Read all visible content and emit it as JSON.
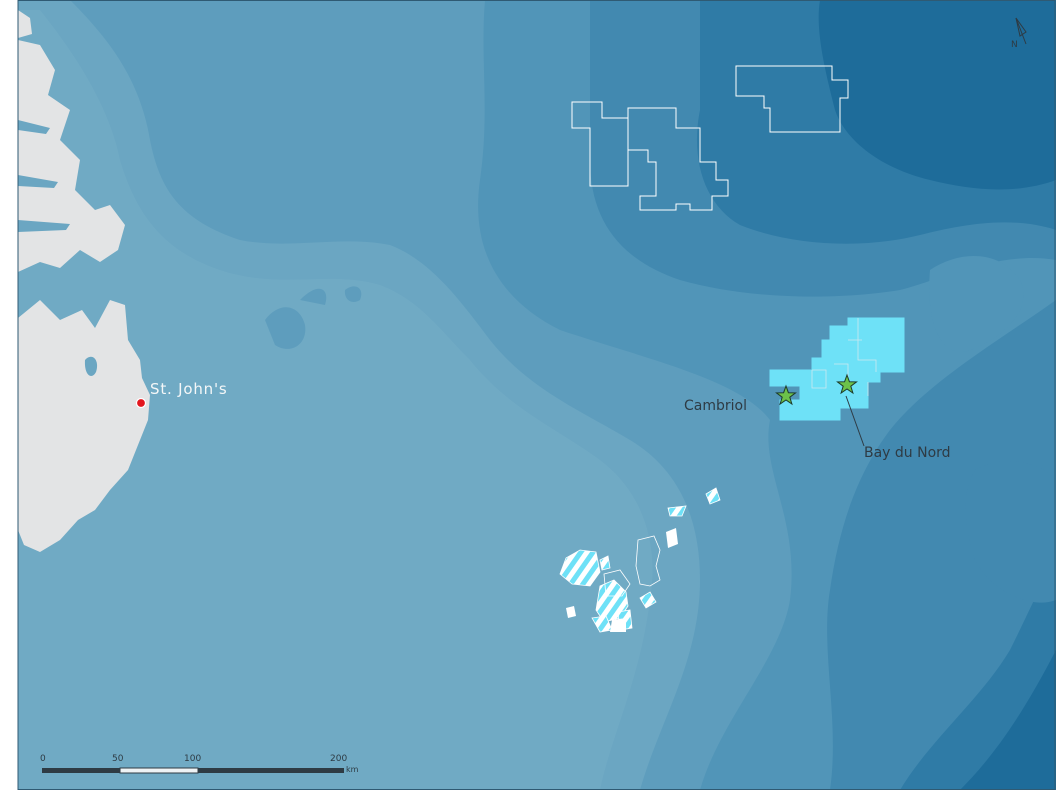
{
  "map": {
    "colors": {
      "land": "#e3e4e5",
      "sea_shelf": "#6ba6c2",
      "sea_1": "#5e9dbd",
      "sea_2": "#5195b8",
      "sea_3": "#4289b0",
      "sea_4": "#2f7ba6",
      "sea_5": "#1e6c9a",
      "licence_fill": "#6ee1f7",
      "licence_outline": "#ffffff",
      "city_marker": "#e3161e",
      "star": "#6cc24a"
    },
    "labels": {
      "city": "St. John's",
      "cambriol": "Cambriol",
      "bay_du_nord": "Bay du Nord"
    },
    "icons": {
      "north_arrow": "north-arrow-icon",
      "discovery": "star-icon",
      "city": "dot-icon"
    },
    "north_arrow": {
      "label": "N"
    },
    "scale_bar": {
      "ticks": [
        "0",
        "50",
        "100",
        "200"
      ],
      "unit": "km"
    }
  }
}
